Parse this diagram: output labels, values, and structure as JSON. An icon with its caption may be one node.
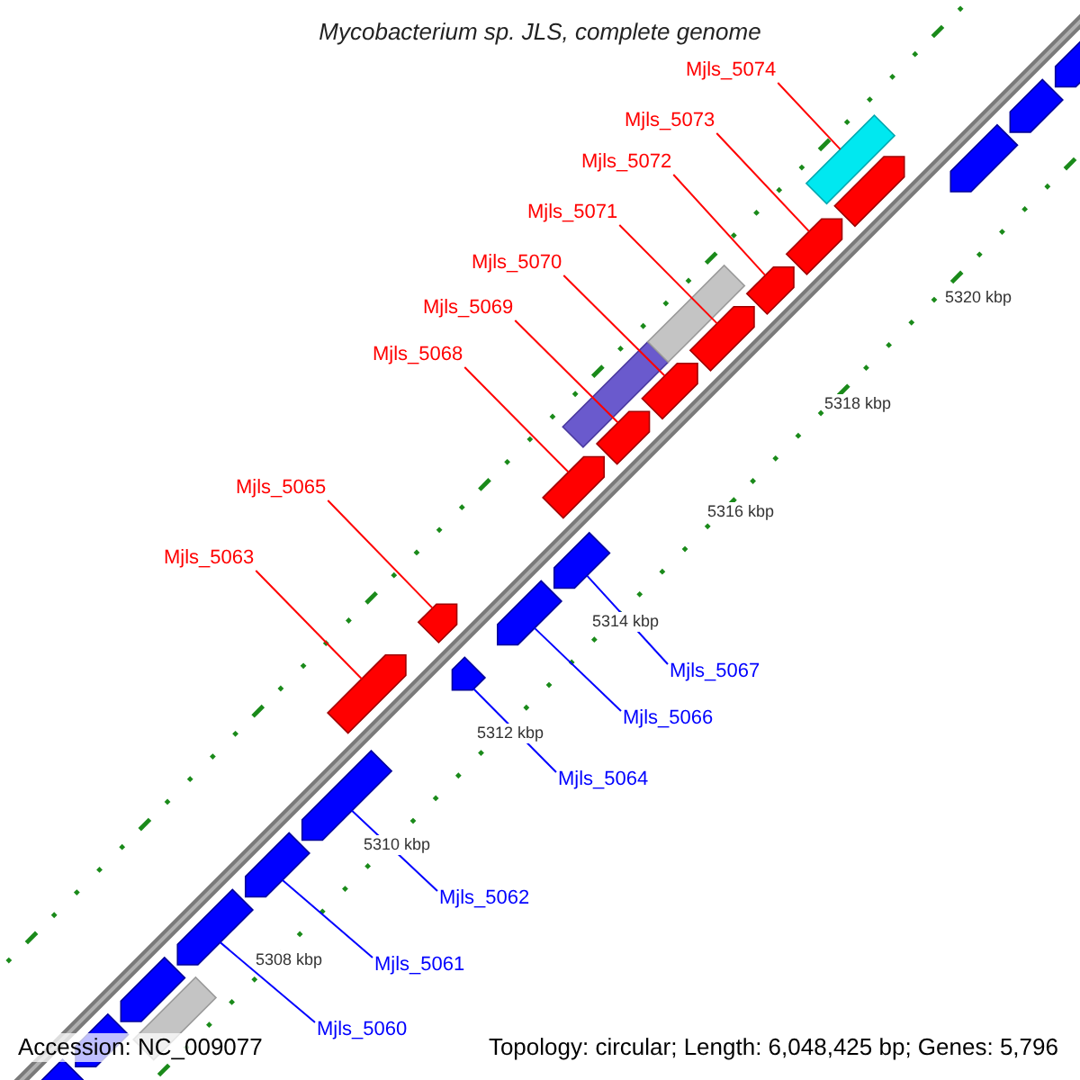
{
  "diagram": {
    "title": "Mycobacterium sp. JLS, complete genome",
    "nodes": [
      {
        "text": [
          "Mjls_5074"
        ]
      },
      {
        "text": [
          "Mjls_5073"
        ]
      },
      {
        "text": [
          "Mjls_5072"
        ]
      },
      {
        "text": [
          "Mjls_5071"
        ]
      },
      {
        "text": [
          "Mjls_5070"
        ]
      },
      {
        "text": [
          "Mjls_5069"
        ]
      },
      {
        "text": [
          "Mjls_5068"
        ]
      },
      {
        "text": [
          "Mjls_5065"
        ]
      },
      {
        "text": [
          "Mjls_5063"
        ]
      },
      {
        "text": [
          "Mjls_5067"
        ]
      },
      {
        "text": [
          "Mjls_5066"
        ]
      },
      {
        "text": [
          "Mjls_5064"
        ]
      },
      {
        "text": [
          "Mjls_5062"
        ]
      },
      {
        "text": [
          "Mjls_5061"
        ]
      },
      {
        "text": [
          "Mjls_5060"
        ]
      },
      {
        "text": [],
        "shape": "pentagon"
      },
      {
        "text": [],
        "shape": "pentagon"
      },
      {
        "text": [],
        "shape": "bar"
      },
      {
        "text": [],
        "shape": "pentagon"
      },
      {
        "text": [],
        "shape": "pentagon"
      },
      {
        "text": [],
        "shape": "pentagon"
      },
      {
        "text": [],
        "shape": "pentagon"
      },
      {
        "text": [],
        "shape": "pentagon"
      },
      {
        "text": [],
        "shape": "pentagon"
      },
      {
        "text": [],
        "shape": "pentagon"
      },
      {
        "text": [],
        "shape": "pentagon"
      },
      {
        "text": [],
        "shape": "pentagon"
      },
      {
        "text": [],
        "shape": "pentagon"
      },
      {
        "text": [],
        "shape": "bar"
      },
      {
        "text": [],
        "shape": "pentagon"
      },
      {
        "text": [],
        "shape": "bar"
      },
      {
        "text": [],
        "shape": "pentagon"
      },
      {
        "text": [],
        "shape": "pentagon"
      },
      {
        "text": [],
        "shape": "pentagon"
      },
      {
        "text": [],
        "shape": "pentagon"
      },
      {
        "text": [],
        "shape": "bar"
      },
      {
        "text": [],
        "shape": "pentagon"
      },
      {
        "text": [],
        "shape": "pentagon"
      },
      {
        "text": [],
        "shape": "pentagon"
      },
      {
        "text": [],
        "shape": "pentagon"
      }
    ],
    "edges": [
      {
        "from": 0,
        "to": 35,
        "arrow": "none"
      },
      {
        "from": 1,
        "to": 34,
        "arrow": "none"
      },
      {
        "from": 2,
        "to": 33,
        "arrow": "none"
      },
      {
        "from": 3,
        "to": 32,
        "arrow": "none"
      },
      {
        "from": 4,
        "to": 31,
        "arrow": "none"
      },
      {
        "from": 5,
        "to": 29,
        "arrow": "none"
      },
      {
        "from": 6,
        "to": 27,
        "arrow": "none"
      },
      {
        "from": 7,
        "to": 24,
        "arrow": "none"
      },
      {
        "from": 8,
        "to": 22,
        "arrow": "none"
      },
      {
        "from": 9,
        "to": 26,
        "arrow": "none",
        "color": "#0000ff"
      },
      {
        "from": 10,
        "to": 25,
        "arrow": "none",
        "color": "#0000ff"
      },
      {
        "from": 11,
        "to": 23,
        "arrow": "none",
        "color": "#0000ff"
      },
      {
        "from": 12,
        "to": 21,
        "arrow": "none",
        "color": "#0000ff"
      },
      {
        "from": 13,
        "to": 20,
        "arrow": "none",
        "color": "#0000ff"
      },
      {
        "from": 14,
        "to": 19,
        "arrow": "none",
        "color": "#0000ff"
      }
    ],
    "labels": [
      "5320 kbp",
      "5318 kbp",
      "5316 kbp",
      "5314 kbp",
      "5312 kbp",
      "5310 kbp",
      "5308 kbp",
      "Accession: NC_009077",
      "Topology: circular; Length: 6,048,425 bp; Genes: 5,796"
    ]
  }
}
